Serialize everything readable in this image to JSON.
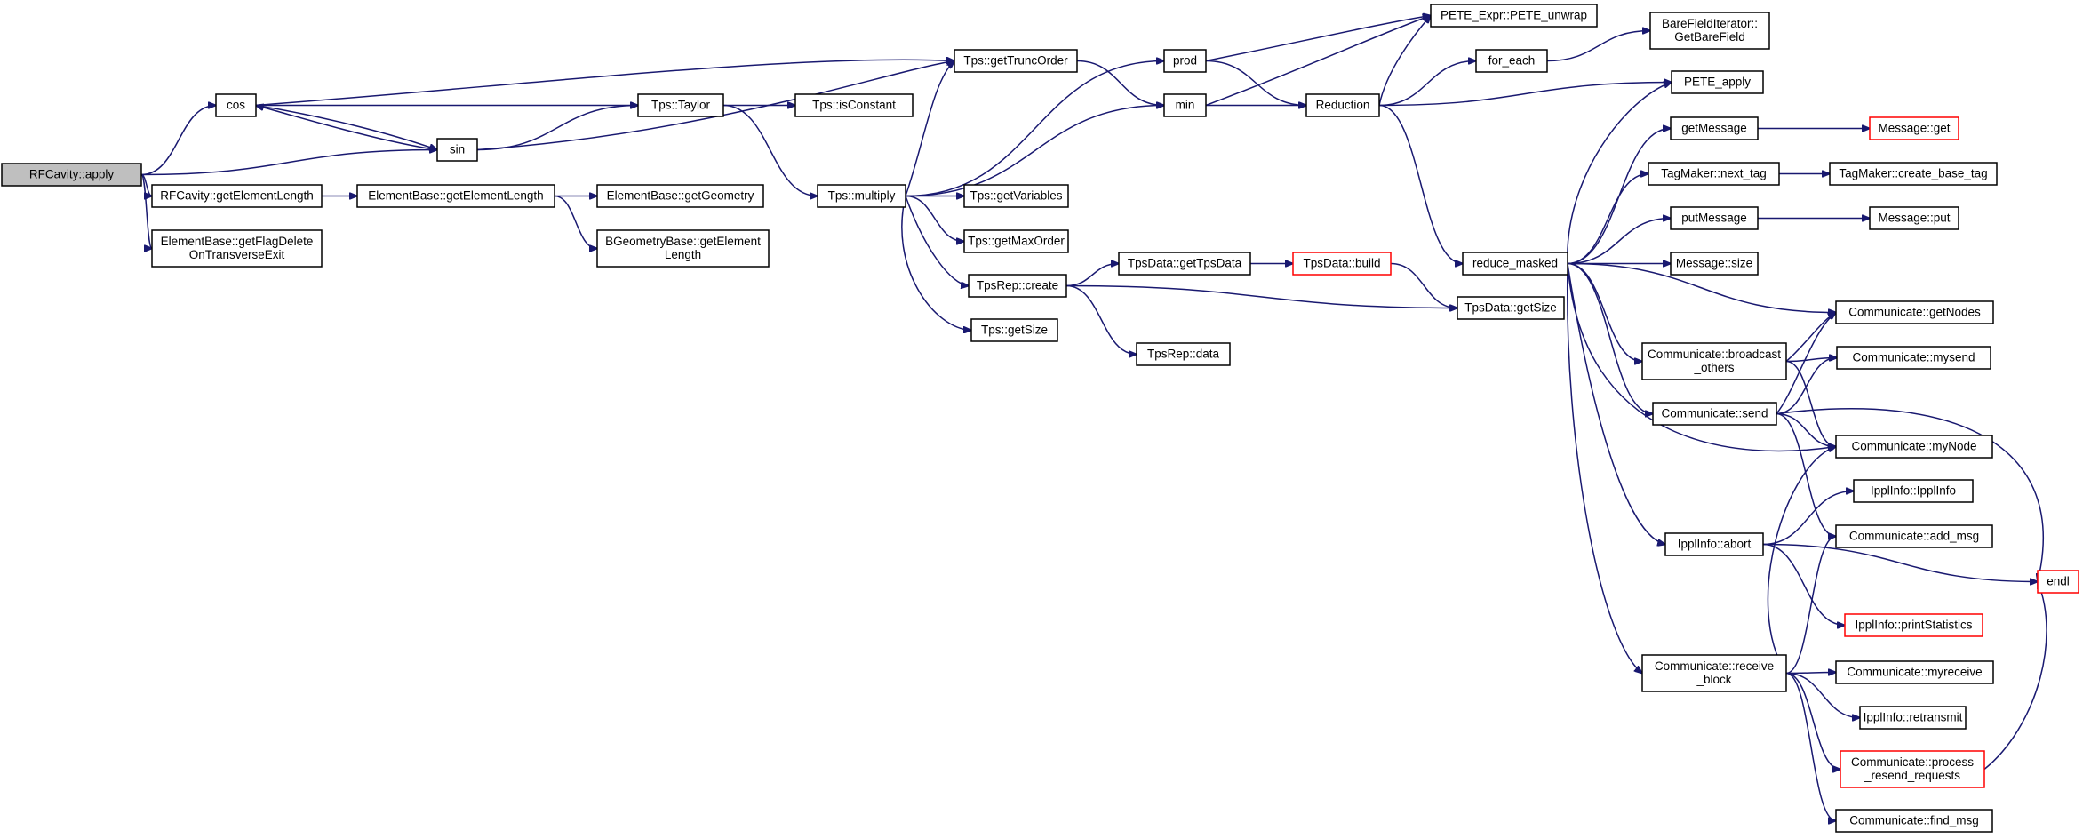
{
  "colors": {
    "edge": "#191970",
    "box_border": "#000000",
    "box_fill": "#ffffff",
    "root_fill": "#bfbfbf",
    "undocumented_border": "#ff0000"
  },
  "nodes": [
    {
      "id": "rfcavity_apply",
      "lines": [
        "RFCavity::apply"
      ],
      "style": "root"
    },
    {
      "id": "cos",
      "lines": [
        "cos"
      ]
    },
    {
      "id": "sin",
      "lines": [
        "sin"
      ]
    },
    {
      "id": "rfcavity_getelementlength",
      "lines": [
        "RFCavity::getElementLength"
      ]
    },
    {
      "id": "elementbase_getflagdelete",
      "lines": [
        "ElementBase::getFlagDelete",
        "OnTransverseExit"
      ]
    },
    {
      "id": "elementbase_getelementlength",
      "lines": [
        "ElementBase::getElementLength"
      ]
    },
    {
      "id": "elementbase_getgeometry",
      "lines": [
        "ElementBase::getGeometry"
      ]
    },
    {
      "id": "bgeometrybase_getelementlength",
      "lines": [
        "BGeometryBase::getElement",
        "Length"
      ]
    },
    {
      "id": "tps_taylor",
      "lines": [
        "Tps::Taylor"
      ]
    },
    {
      "id": "tps_isconstant",
      "lines": [
        "Tps::isConstant"
      ]
    },
    {
      "id": "tps_gettruncorder",
      "lines": [
        "Tps::getTruncOrder"
      ]
    },
    {
      "id": "tps_multiply",
      "lines": [
        "Tps::multiply"
      ]
    },
    {
      "id": "tps_getvariables",
      "lines": [
        "Tps::getVariables"
      ]
    },
    {
      "id": "tps_getmaxorder",
      "lines": [
        "Tps::getMaxOrder"
      ]
    },
    {
      "id": "tpsrep_create",
      "lines": [
        "TpsRep::create"
      ]
    },
    {
      "id": "tps_getsize",
      "lines": [
        "Tps::getSize"
      ]
    },
    {
      "id": "tpsrep_data",
      "lines": [
        "TpsRep::data"
      ]
    },
    {
      "id": "tpsdata_gettpsdata",
      "lines": [
        "TpsData::getTpsData"
      ]
    },
    {
      "id": "tpsdata_build",
      "lines": [
        "TpsData::build"
      ],
      "style": "red"
    },
    {
      "id": "tpsdata_getsize",
      "lines": [
        "TpsData::getSize"
      ]
    },
    {
      "id": "prod",
      "lines": [
        "prod"
      ]
    },
    {
      "id": "min",
      "lines": [
        "min"
      ]
    },
    {
      "id": "reduction",
      "lines": [
        "Reduction"
      ]
    },
    {
      "id": "pete_unwrap",
      "lines": [
        "PETE_Expr::PETE_unwrap"
      ]
    },
    {
      "id": "for_each",
      "lines": [
        "for_each"
      ]
    },
    {
      "id": "barefielditerator",
      "lines": [
        "BareFieldIterator::",
        "GetBareField"
      ]
    },
    {
      "id": "pete_apply",
      "lines": [
        "PETE_apply"
      ]
    },
    {
      "id": "reduce_masked",
      "lines": [
        "reduce_masked"
      ]
    },
    {
      "id": "getmessage",
      "lines": [
        "getMessage"
      ]
    },
    {
      "id": "message_get",
      "lines": [
        "Message::get"
      ],
      "style": "red"
    },
    {
      "id": "tagmaker_next_tag",
      "lines": [
        "TagMaker::next_tag"
      ]
    },
    {
      "id": "tagmaker_create_base_tag",
      "lines": [
        "TagMaker::create_base_tag"
      ]
    },
    {
      "id": "putmessage",
      "lines": [
        "putMessage"
      ]
    },
    {
      "id": "message_put",
      "lines": [
        "Message::put"
      ]
    },
    {
      "id": "message_size",
      "lines": [
        "Message::size"
      ]
    },
    {
      "id": "communicate_getnodes",
      "lines": [
        "Communicate::getNodes"
      ]
    },
    {
      "id": "communicate_broadcast_others",
      "lines": [
        "Communicate::broadcast",
        "_others"
      ]
    },
    {
      "id": "communicate_mysend",
      "lines": [
        "Communicate::mysend"
      ]
    },
    {
      "id": "communicate_send",
      "lines": [
        "Communicate::send"
      ]
    },
    {
      "id": "communicate_mynode",
      "lines": [
        "Communicate::myNode"
      ]
    },
    {
      "id": "ipplinfo_ipplinfo",
      "lines": [
        "IpplInfo::IpplInfo"
      ]
    },
    {
      "id": "ipplinfo_abort",
      "lines": [
        "IpplInfo::abort"
      ]
    },
    {
      "id": "communicate_add_msg",
      "lines": [
        "Communicate::add_msg"
      ]
    },
    {
      "id": "endl",
      "lines": [
        "endl"
      ],
      "style": "red"
    },
    {
      "id": "ipplinfo_printstatistics",
      "lines": [
        "IpplInfo::printStatistics"
      ],
      "style": "red"
    },
    {
      "id": "communicate_receive_block",
      "lines": [
        "Communicate::receive",
        "_block"
      ]
    },
    {
      "id": "communicate_myreceive",
      "lines": [
        "Communicate::myreceive"
      ]
    },
    {
      "id": "ipplinfo_retransmit",
      "lines": [
        "IpplInfo::retransmit"
      ]
    },
    {
      "id": "communicate_process_resend",
      "lines": [
        "Communicate::process",
        "_resend_requests"
      ],
      "style": "red"
    },
    {
      "id": "communicate_find_msg",
      "lines": [
        "Communicate::find_msg"
      ]
    }
  ],
  "edges": [
    [
      "rfcavity_apply",
      "cos"
    ],
    [
      "rfcavity_apply",
      "sin"
    ],
    [
      "rfcavity_apply",
      "rfcavity_getelementlength"
    ],
    [
      "rfcavity_apply",
      "elementbase_getflagdelete"
    ],
    [
      "cos",
      "tps_gettruncorder"
    ],
    [
      "cos",
      "tps_taylor"
    ],
    [
      "cos",
      "sin"
    ],
    [
      "sin",
      "cos"
    ],
    [
      "sin",
      "tps_taylor"
    ],
    [
      "sin",
      "tps_gettruncorder"
    ],
    [
      "rfcavity_getelementlength",
      "elementbase_getelementlength"
    ],
    [
      "elementbase_getelementlength",
      "elementbase_getgeometry"
    ],
    [
      "elementbase_getelementlength",
      "bgeometrybase_getelementlength"
    ],
    [
      "tps_taylor",
      "tps_isconstant"
    ],
    [
      "tps_taylor",
      "tps_multiply"
    ],
    [
      "tps_gettruncorder",
      "min"
    ],
    [
      "tps_multiply",
      "tps_gettruncorder"
    ],
    [
      "tps_multiply",
      "prod"
    ],
    [
      "tps_multiply",
      "min"
    ],
    [
      "tps_multiply",
      "tps_getvariables"
    ],
    [
      "tps_multiply",
      "tps_getmaxorder"
    ],
    [
      "tps_multiply",
      "tpsrep_create"
    ],
    [
      "tps_multiply",
      "tps_getsize"
    ],
    [
      "tpsrep_create",
      "tpsdata_gettpsdata"
    ],
    [
      "tpsrep_create",
      "tpsdata_getsize"
    ],
    [
      "tpsrep_create",
      "tpsrep_data"
    ],
    [
      "tpsdata_gettpsdata",
      "tpsdata_build"
    ],
    [
      "tpsdata_build",
      "tpsdata_getsize"
    ],
    [
      "prod",
      "pete_unwrap"
    ],
    [
      "prod",
      "reduction"
    ],
    [
      "min",
      "pete_unwrap"
    ],
    [
      "min",
      "reduction"
    ],
    [
      "reduction",
      "pete_unwrap"
    ],
    [
      "reduction",
      "for_each"
    ],
    [
      "reduction",
      "pete_apply"
    ],
    [
      "reduction",
      "reduce_masked"
    ],
    [
      "for_each",
      "barefielditerator"
    ],
    [
      "reduce_masked",
      "pete_apply"
    ],
    [
      "reduce_masked",
      "getmessage"
    ],
    [
      "reduce_masked",
      "tagmaker_next_tag"
    ],
    [
      "reduce_masked",
      "putmessage"
    ],
    [
      "reduce_masked",
      "message_size"
    ],
    [
      "reduce_masked",
      "communicate_getnodes"
    ],
    [
      "reduce_masked",
      "communicate_broadcast_others"
    ],
    [
      "reduce_masked",
      "communicate_send"
    ],
    [
      "reduce_masked",
      "communicate_mynode"
    ],
    [
      "reduce_masked",
      "ipplinfo_abort"
    ],
    [
      "reduce_masked",
      "communicate_receive_block"
    ],
    [
      "getmessage",
      "message_get"
    ],
    [
      "tagmaker_next_tag",
      "tagmaker_create_base_tag"
    ],
    [
      "putmessage",
      "message_put"
    ],
    [
      "communicate_broadcast_others",
      "communicate_getnodes"
    ],
    [
      "communicate_broadcast_others",
      "communicate_mysend"
    ],
    [
      "communicate_broadcast_others",
      "communicate_mynode"
    ],
    [
      "communicate_send",
      "communicate_getnodes"
    ],
    [
      "communicate_send",
      "communicate_mysend"
    ],
    [
      "communicate_send",
      "communicate_mynode"
    ],
    [
      "communicate_send",
      "communicate_add_msg"
    ],
    [
      "communicate_send",
      "endl"
    ],
    [
      "ipplinfo_abort",
      "ipplinfo_ipplinfo"
    ],
    [
      "ipplinfo_abort",
      "endl"
    ],
    [
      "ipplinfo_abort",
      "ipplinfo_printstatistics"
    ],
    [
      "communicate_receive_block",
      "communicate_mynode"
    ],
    [
      "communicate_receive_block",
      "communicate_add_msg"
    ],
    [
      "communicate_receive_block",
      "communicate_myreceive"
    ],
    [
      "communicate_receive_block",
      "ipplinfo_retransmit"
    ],
    [
      "communicate_receive_block",
      "communicate_process_resend"
    ],
    [
      "communicate_receive_block",
      "communicate_find_msg"
    ],
    [
      "communicate_process_resend",
      "endl"
    ]
  ]
}
